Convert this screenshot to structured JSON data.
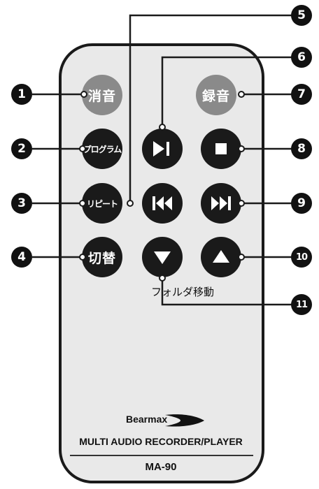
{
  "buttons": {
    "mute": "消音",
    "record": "録音",
    "program": "プログラム",
    "repeat": "リピート",
    "switch": "切替"
  },
  "callouts": [
    "5",
    "6",
    "7",
    "8",
    "9",
    "10",
    "11"
  ],
  "callouts_left": [
    "1",
    "2",
    "3",
    "4"
  ],
  "folder_move": "フォルダ移動",
  "brand": "Bearmax",
  "product_name": "MULTI AUDIO RECORDER/PLAYER",
  "model": "MA-90",
  "icons": [
    "play-pause-icon",
    "stop-icon",
    "previous-track-icon",
    "next-track-icon",
    "folder-down-icon",
    "folder-up-icon"
  ]
}
